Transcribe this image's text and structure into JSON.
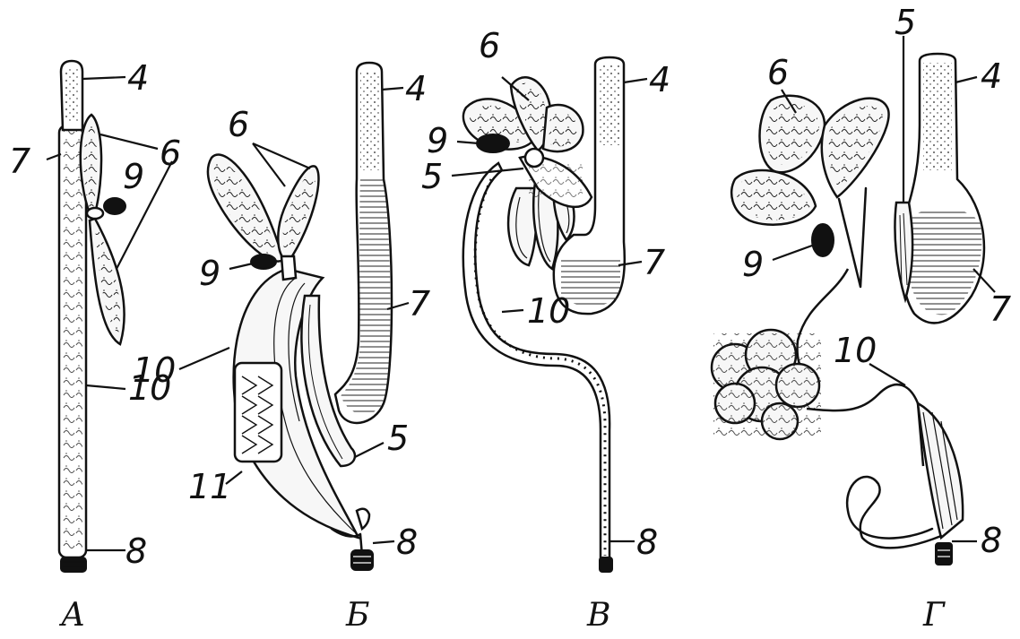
{
  "figure": {
    "panels": [
      {
        "id": "A",
        "label": "А"
      },
      {
        "id": "B",
        "label": "Б"
      },
      {
        "id": "V",
        "label": "В"
      },
      {
        "id": "G",
        "label": "Г"
      }
    ],
    "labels": {
      "A": {
        "n4": "4",
        "n7": "7",
        "n6": "6",
        "n9": "9",
        "n10": "10",
        "n8": "8"
      },
      "B": {
        "n4": "4",
        "n6": "6",
        "n9": "9",
        "n7": "7",
        "n10": "10",
        "n5": "5",
        "n11": "11",
        "n8": "8"
      },
      "V": {
        "n6": "6",
        "n4": "4",
        "n9": "9",
        "n5": "5",
        "n7": "7",
        "n10": "10",
        "n8": "8"
      },
      "G": {
        "n6": "6",
        "n5": "5",
        "n4": "4",
        "n9": "9",
        "n7": "7",
        "n10": "10",
        "n8": "8"
      }
    }
  }
}
